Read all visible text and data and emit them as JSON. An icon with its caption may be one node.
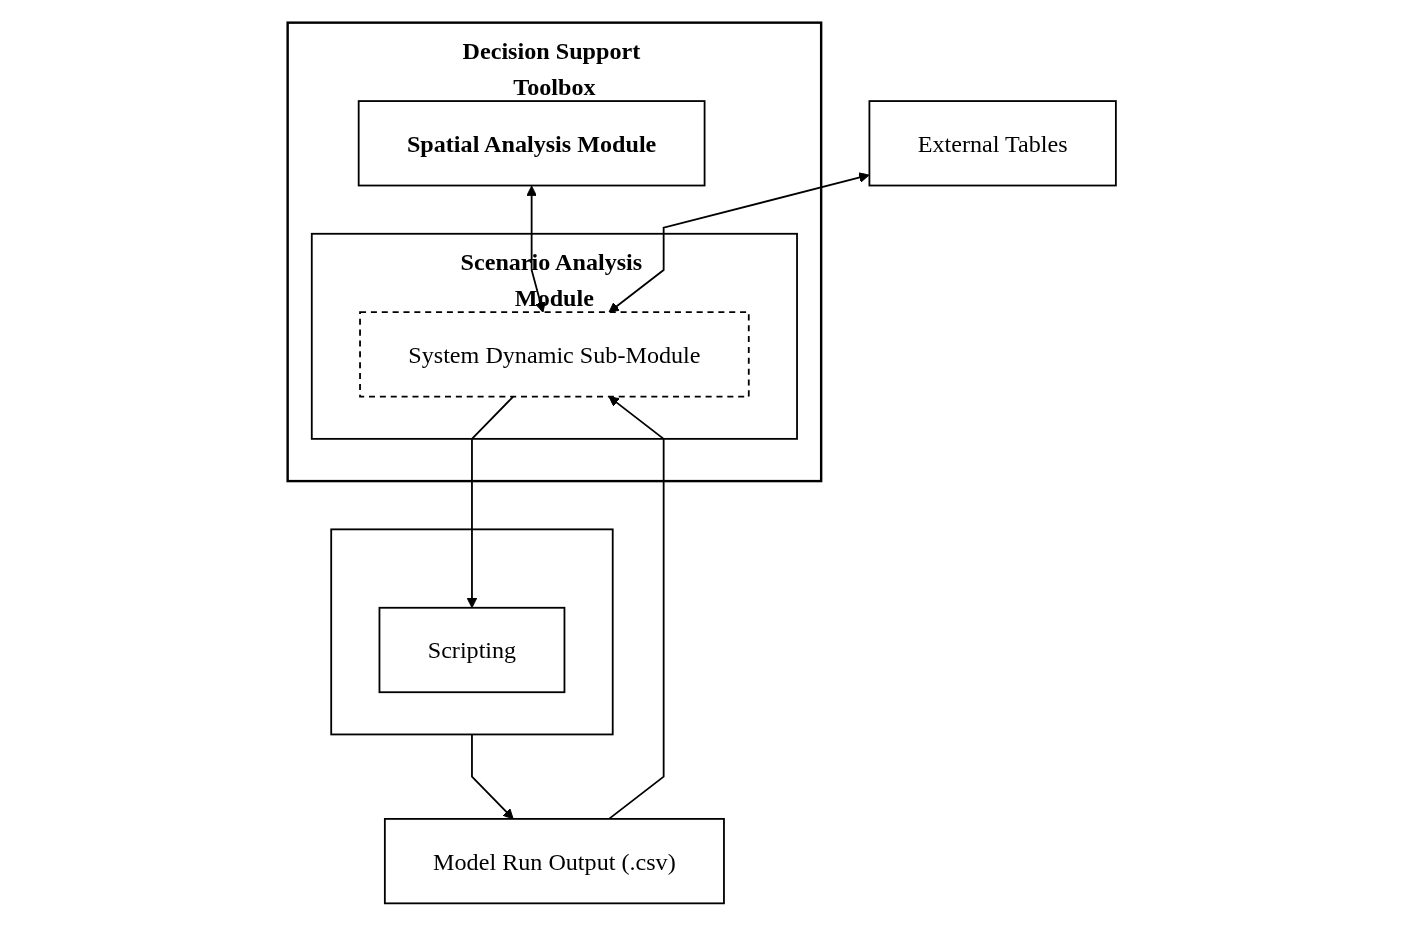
{
  "diagram": {
    "nodes": [
      {
        "text": [
          "Decision Support Toolbox"
        ]
      },
      {
        "text": [
          "Spatial Analysis Module"
        ],
        "in": 0
      },
      {
        "text": [
          "Scenario Analysis Module"
        ],
        "in": 0
      },
      {
        "text": [
          "System Dynamic Sub-Module"
        ],
        "in": 2
      },
      {
        "text": [
          "External Tables"
        ]
      },
      {
        "text": [],
        "shape": "box"
      },
      {
        "text": [
          "Scripting"
        ],
        "in": 5
      },
      {
        "text": [
          "Model Run Output (.csv)"
        ]
      }
    ],
    "edges": [
      {
        "from": 1,
        "to": 3,
        "arrow": "both"
      },
      {
        "from": 4,
        "to": 3,
        "arrow": "both"
      },
      {
        "from": 3,
        "to": 6,
        "arrow": "to"
      },
      {
        "from": 7,
        "to": 3,
        "arrow": "to"
      },
      {
        "from": 5,
        "to": 7,
        "arrow": "to"
      }
    ]
  }
}
